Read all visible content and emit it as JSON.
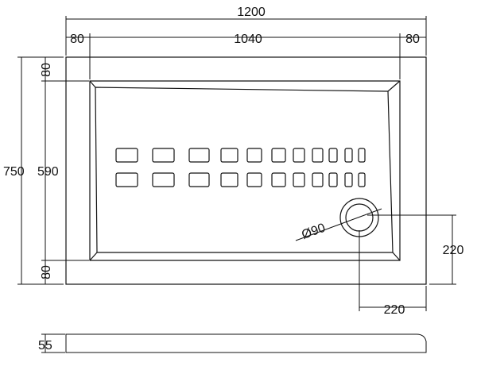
{
  "drawing": {
    "stroke_color": "#111111",
    "background": "#ffffff"
  },
  "dimensions": {
    "overall_width": "1200",
    "left_rim": "80",
    "inner_width": "1040",
    "right_rim": "80",
    "overall_length": "750",
    "top_rim": "80",
    "inner_length": "590",
    "bottom_rim": "80",
    "drain_diameter": "Ø90",
    "drain_offset_vertical": "220",
    "drain_offset_horizontal": "220",
    "profile_height": "55"
  },
  "anti_slip_pattern": {
    "rows": 2,
    "columns": 11
  }
}
